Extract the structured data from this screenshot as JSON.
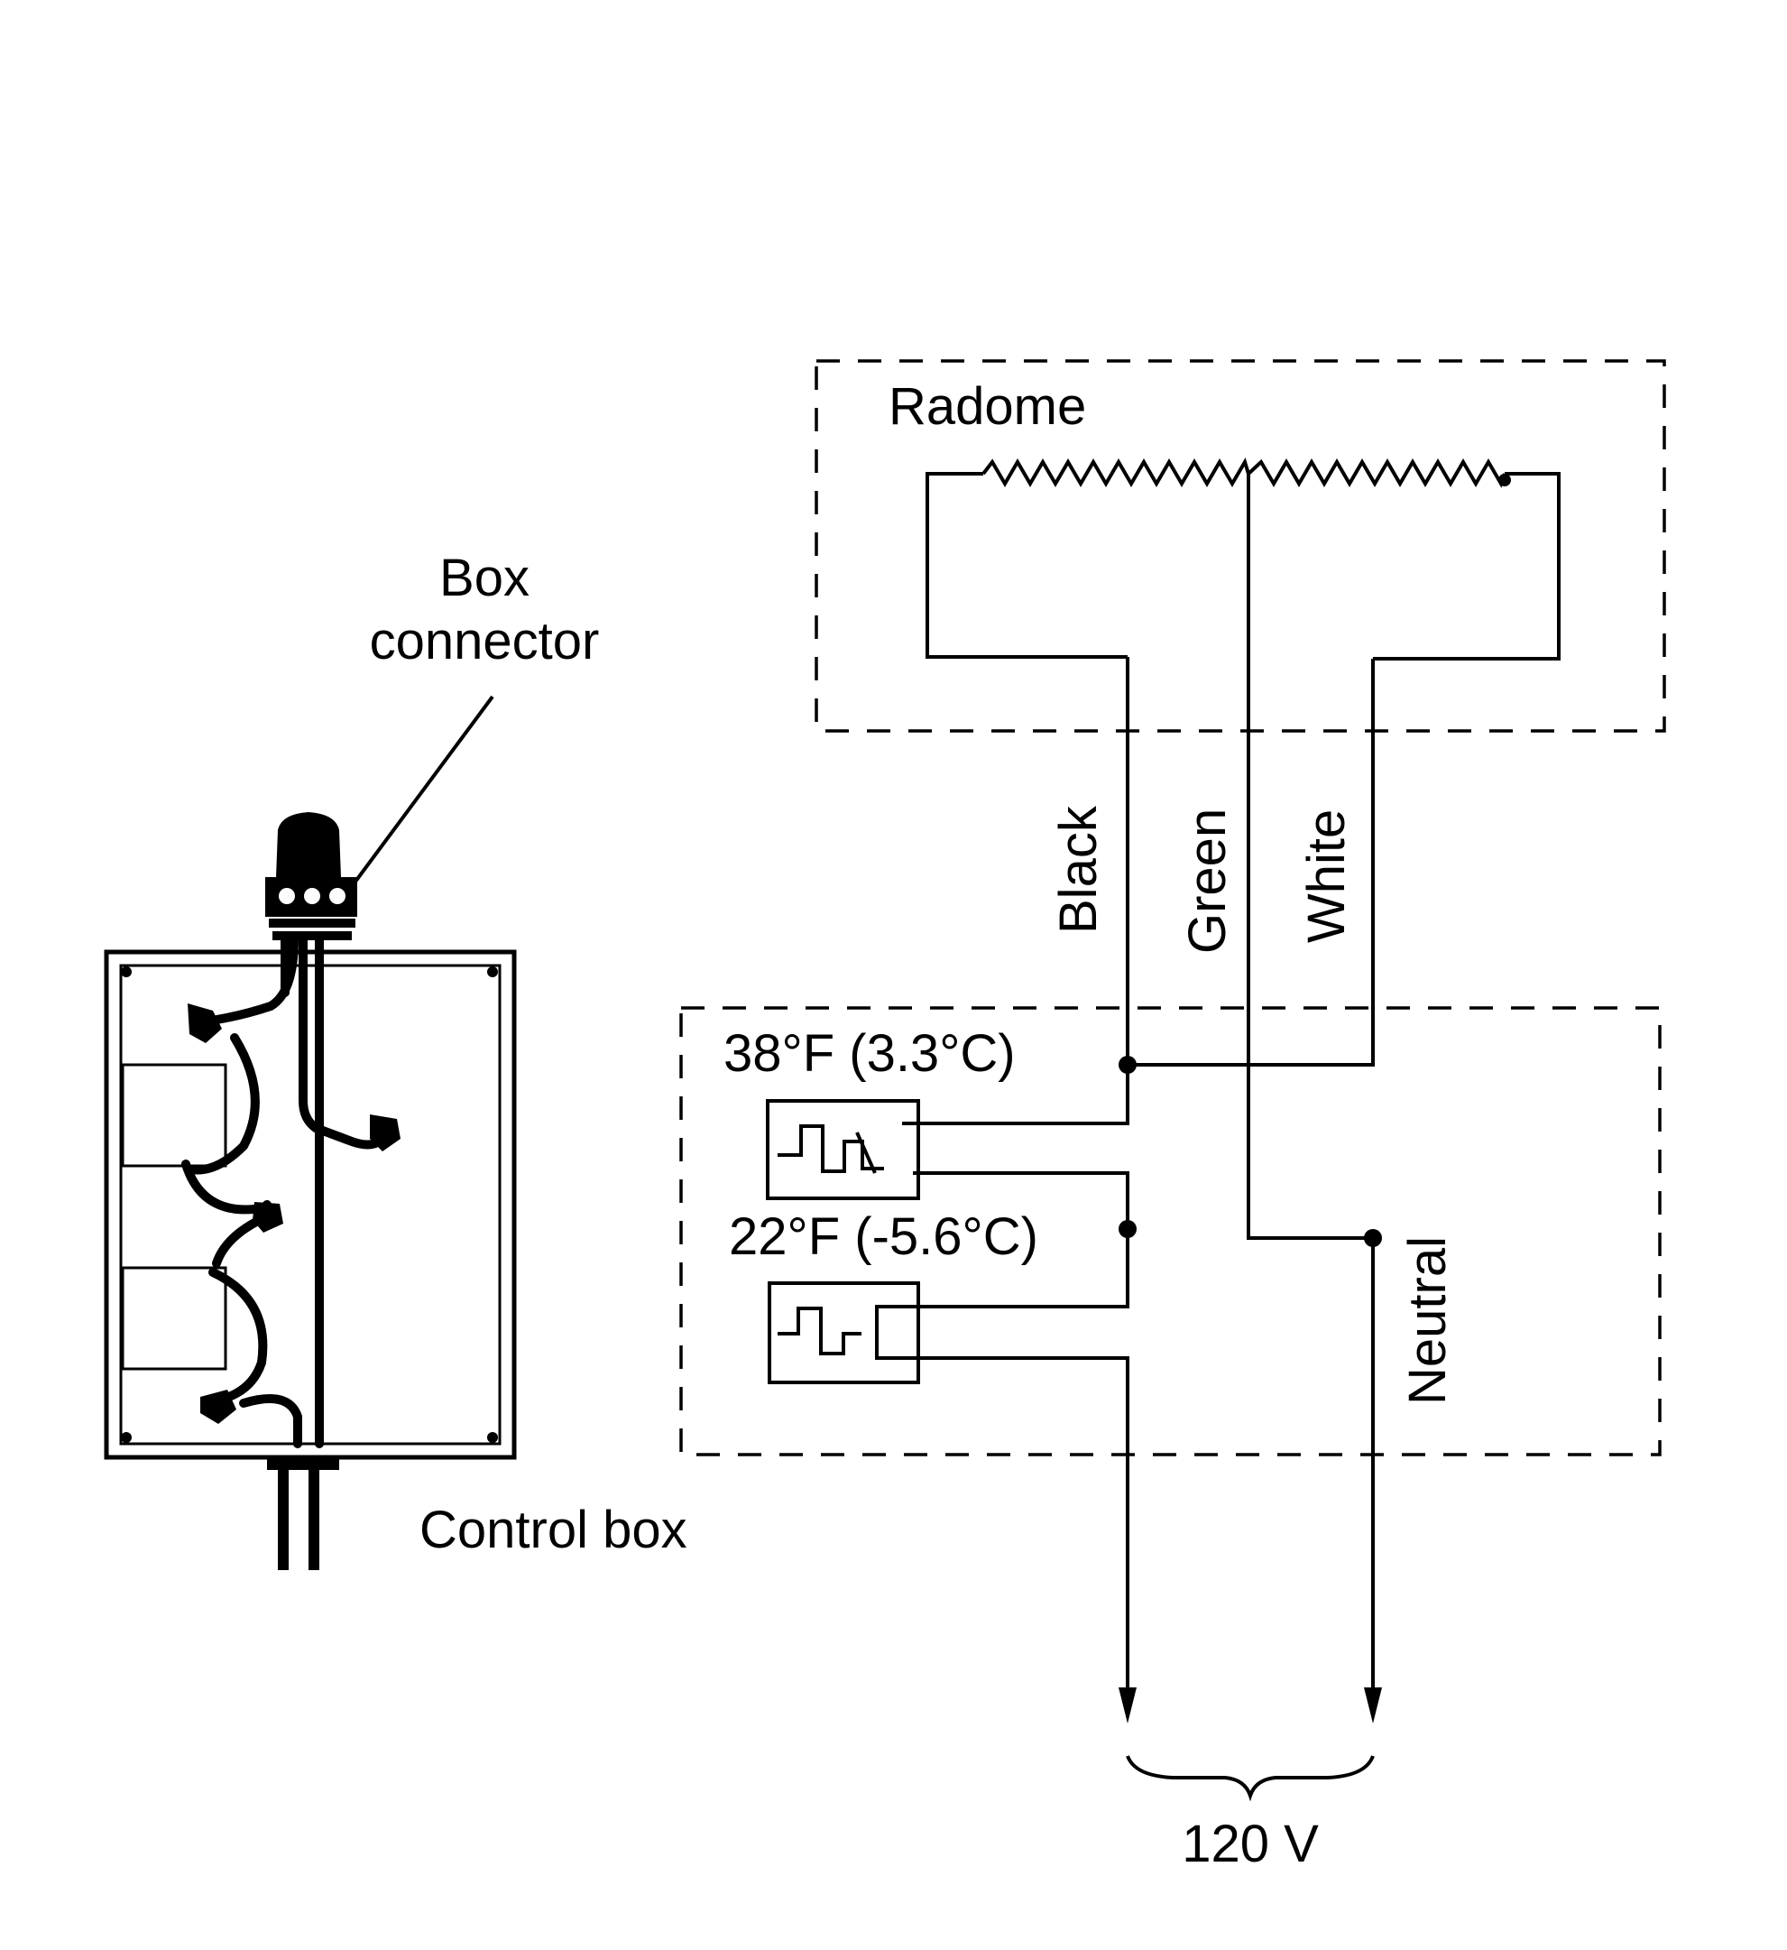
{
  "labels": {
    "box_connector_line1": "Box",
    "box_connector_line2": "connector",
    "control_box": "Control box",
    "radome": "Radome",
    "black": "Black",
    "green": "Green",
    "white": "White",
    "neutral": "Neutral",
    "thermostat_high": "38°F (3.3°C)",
    "thermostat_low": "22°F (-5.6°C)",
    "voltage": "120 V"
  }
}
